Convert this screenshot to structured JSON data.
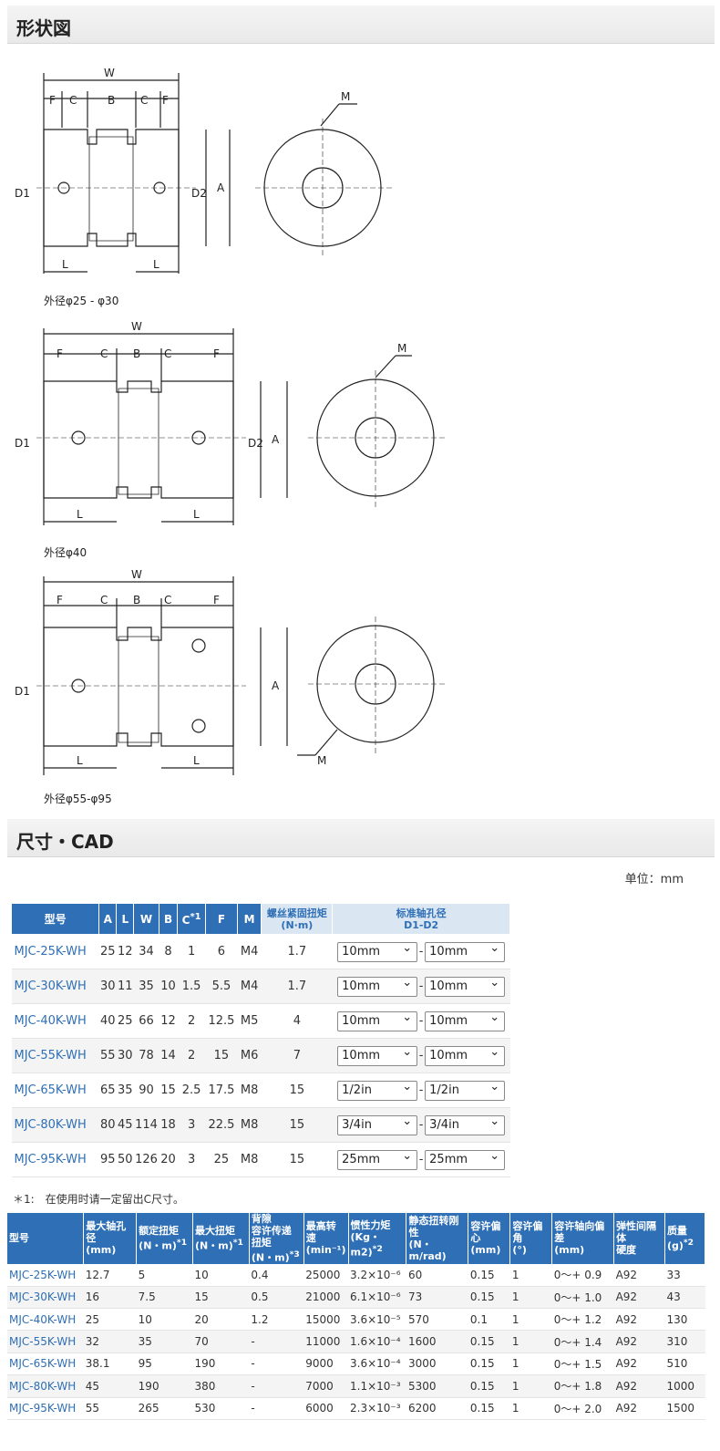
{
  "shape_section": {
    "title": "形状図"
  },
  "cad_section": {
    "title": "尺寸・CAD"
  },
  "drawings": [
    {
      "caption": "外径φ25 - φ30"
    },
    {
      "caption": "外径φ40"
    },
    {
      "caption": "外径φ55-φ95"
    }
  ],
  "dim_labels": {
    "W": "W",
    "F": "F",
    "C": "C",
    "B": "B",
    "L": "L",
    "A": "A",
    "M": "M",
    "D1": "D1",
    "D2": "D2"
  },
  "unit": "单位：mm",
  "table1": {
    "headers": [
      "型号",
      "A",
      "L",
      "W",
      "B",
      "C",
      "F",
      "M",
      "螺丝紧固扭矩\n(N·m)",
      "标准轴孔径\nD1-D2"
    ],
    "c_note": "*1",
    "rows": [
      {
        "model": "MJC-25K-WH",
        "A": "25",
        "L": "12",
        "W": "34",
        "B": "8",
        "C": "1",
        "F": "6",
        "M": "M4",
        "torque": "1.7",
        "d1": "10mm",
        "d2": "10mm"
      },
      {
        "model": "MJC-30K-WH",
        "A": "30",
        "L": "11",
        "W": "35",
        "B": "10",
        "C": "1.5",
        "F": "5.5",
        "M": "M4",
        "torque": "1.7",
        "d1": "10mm",
        "d2": "10mm"
      },
      {
        "model": "MJC-40K-WH",
        "A": "40",
        "L": "25",
        "W": "66",
        "B": "12",
        "C": "2",
        "F": "12.5",
        "M": "M5",
        "torque": "4",
        "d1": "10mm",
        "d2": "10mm"
      },
      {
        "model": "MJC-55K-WH",
        "A": "55",
        "L": "30",
        "W": "78",
        "B": "14",
        "C": "2",
        "F": "15",
        "M": "M6",
        "torque": "7",
        "d1": "10mm",
        "d2": "10mm"
      },
      {
        "model": "MJC-65K-WH",
        "A": "65",
        "L": "35",
        "W": "90",
        "B": "15",
        "C": "2.5",
        "F": "17.5",
        "M": "M8",
        "torque": "15",
        "d1": "1/2in",
        "d2": "1/2in"
      },
      {
        "model": "MJC-80K-WH",
        "A": "80",
        "L": "45",
        "W": "114",
        "B": "18",
        "C": "3",
        "F": "22.5",
        "M": "M8",
        "torque": "15",
        "d1": "3/4in",
        "d2": "3/4in"
      },
      {
        "model": "MJC-95K-WH",
        "A": "95",
        "L": "50",
        "W": "126",
        "B": "20",
        "C": "3",
        "F": "25",
        "M": "M8",
        "torque": "15",
        "d1": "25mm",
        "d2": "25mm"
      }
    ]
  },
  "note1": "＊1:　在使用时请一定留出C尺寸。",
  "table2": {
    "headers": [
      {
        "label": "型号",
        "sup": ""
      },
      {
        "label": "最大轴孔径\n(mm)",
        "sup": ""
      },
      {
        "label": "额定扭矩\n(N・m)",
        "sup": "*1"
      },
      {
        "label": "最大扭矩\n(N・m)",
        "sup": "*1"
      },
      {
        "label": "背隙\n容许传递\n扭矩\n(N・m)",
        "sup": "*3"
      },
      {
        "label": "最高转速\n(min⁻¹)",
        "sup": ""
      },
      {
        "label": "惯性力矩\n(Kg・m2)",
        "sup": "*2"
      },
      {
        "label": "静态扭转刚性\n(N・m/rad)",
        "sup": ""
      },
      {
        "label": "容许偏心\n(mm)",
        "sup": ""
      },
      {
        "label": "容许偏角\n(°)",
        "sup": ""
      },
      {
        "label": "容许轴向偏差\n(mm)",
        "sup": ""
      },
      {
        "label": "弹性间隔体\n硬度",
        "sup": ""
      },
      {
        "label": "质量\n(g)",
        "sup": "*2"
      }
    ],
    "rows": [
      [
        "MJC-25K-WH",
        "12.7",
        "5",
        "10",
        "0.4",
        "25000",
        "3.2×10⁻⁶",
        "60",
        "0.15",
        "1",
        "0～+ 0.9",
        "A92",
        "33"
      ],
      [
        "MJC-30K-WH",
        "16",
        "7.5",
        "15",
        "0.5",
        "21000",
        "6.1×10⁻⁶",
        "73",
        "0.15",
        "1",
        "0～+ 1.0",
        "A92",
        "43"
      ],
      [
        "MJC-40K-WH",
        "25",
        "10",
        "20",
        "1.2",
        "15000",
        "3.6×10⁻⁵",
        "570",
        "0.1",
        "1",
        "0～+ 1.2",
        "A92",
        "130"
      ],
      [
        "MJC-55K-WH",
        "32",
        "35",
        "70",
        "-",
        "11000",
        "1.6×10⁻⁴",
        "1600",
        "0.15",
        "1",
        "0～+ 1.4",
        "A92",
        "310"
      ],
      [
        "MJC-65K-WH",
        "38.1",
        "95",
        "190",
        "-",
        "9000",
        "3.6×10⁻⁴",
        "3000",
        "0.15",
        "1",
        "0～+ 1.5",
        "A92",
        "510"
      ],
      [
        "MJC-80K-WH",
        "45",
        "190",
        "380",
        "-",
        "7000",
        "1.1×10⁻³",
        "5300",
        "0.15",
        "1",
        "0～+ 1.8",
        "A92",
        "1000"
      ],
      [
        "MJC-95K-WH",
        "55",
        "265",
        "530",
        "-",
        "6000",
        "2.3×10⁻³",
        "6200",
        "0.15",
        "1",
        "0～+ 2.0",
        "A92",
        "1500"
      ]
    ]
  }
}
